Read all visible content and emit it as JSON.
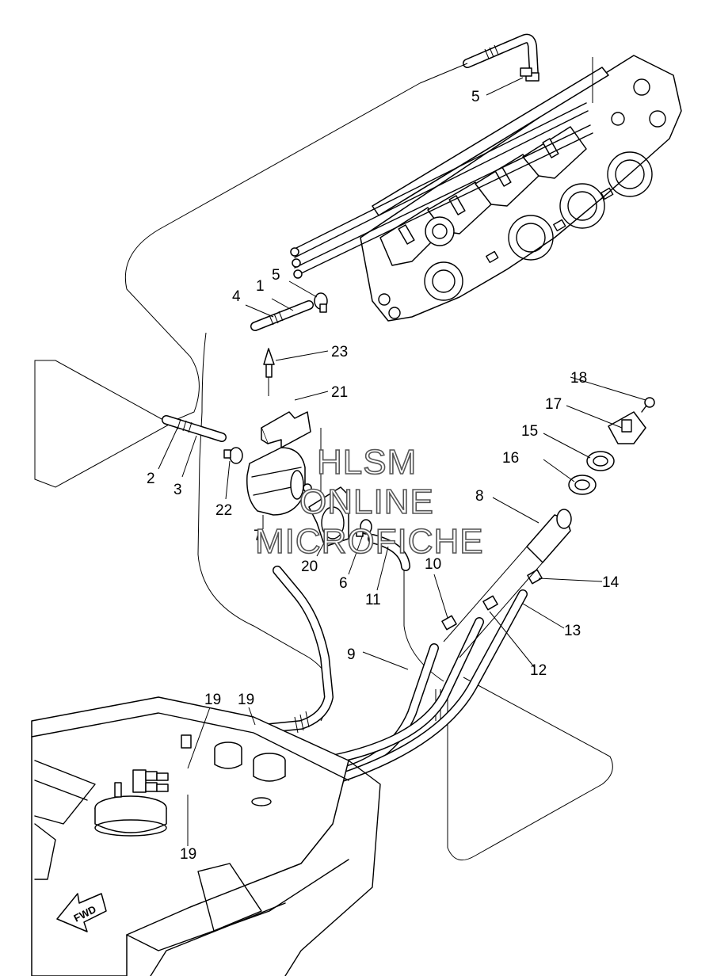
{
  "callouts": [
    {
      "id": "c1",
      "label": "1"
    },
    {
      "id": "c2",
      "label": "2"
    },
    {
      "id": "c3",
      "label": "3"
    },
    {
      "id": "c4",
      "label": "4"
    },
    {
      "id": "c5a",
      "label": "5"
    },
    {
      "id": "c5b",
      "label": "5"
    },
    {
      "id": "c6",
      "label": "6"
    },
    {
      "id": "c7",
      "label": "7"
    },
    {
      "id": "c8",
      "label": "8"
    },
    {
      "id": "c9",
      "label": "9"
    },
    {
      "id": "c10",
      "label": "10"
    },
    {
      "id": "c11",
      "label": "11"
    },
    {
      "id": "c12",
      "label": "12"
    },
    {
      "id": "c13",
      "label": "13"
    },
    {
      "id": "c14",
      "label": "14"
    },
    {
      "id": "c15",
      "label": "15"
    },
    {
      "id": "c16",
      "label": "16"
    },
    {
      "id": "c17",
      "label": "17"
    },
    {
      "id": "c18",
      "label": "18"
    },
    {
      "id": "c19a",
      "label": "19"
    },
    {
      "id": "c19b",
      "label": "19"
    },
    {
      "id": "c19c",
      "label": "19"
    },
    {
      "id": "c20",
      "label": "20"
    },
    {
      "id": "c21",
      "label": "21"
    },
    {
      "id": "c22",
      "label": "22"
    },
    {
      "id": "c23",
      "label": "23"
    }
  ],
  "watermark": {
    "line1": "HLSM",
    "line2": "ONLINE",
    "line3": "MICROFICHE"
  },
  "direction_arrow": {
    "label": "FWD",
    "icon": "fwd-arrow-icon"
  }
}
